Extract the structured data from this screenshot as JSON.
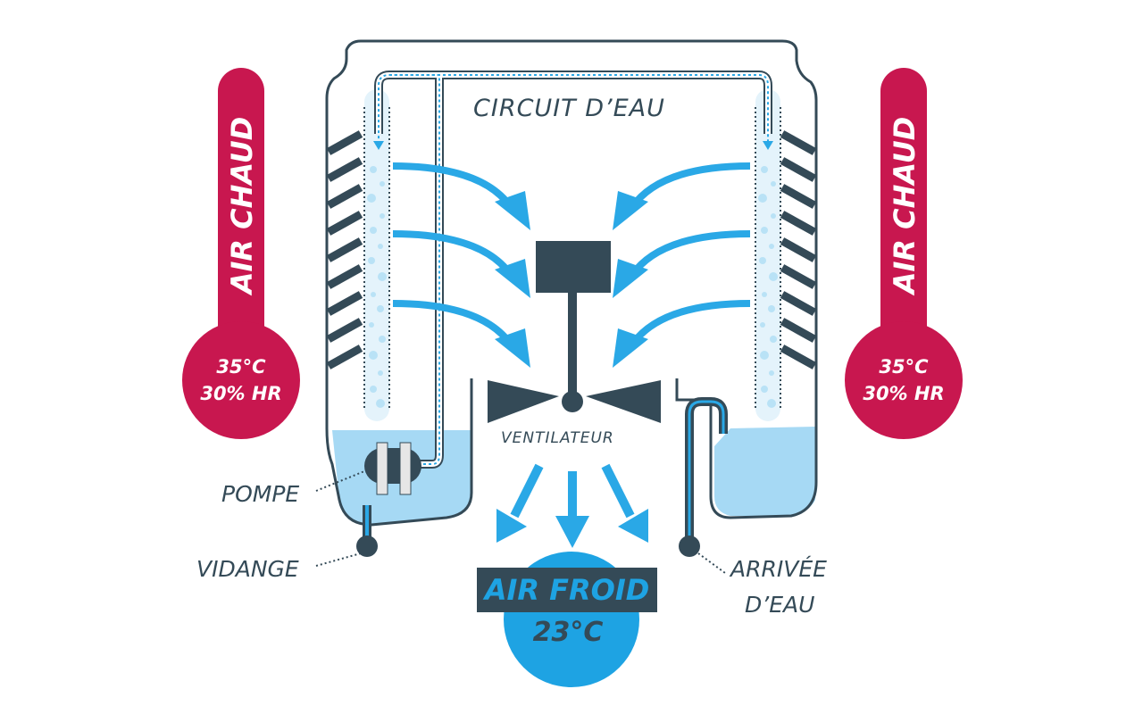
{
  "labels": {
    "circuit": "CIRCUIT D’EAU",
    "fan": "VENTILATEUR",
    "pump": "POMPE",
    "drain": "VIDANGE",
    "inlet_line1": "ARRIVÉE",
    "inlet_line2": "D’EAU"
  },
  "hot_air": {
    "title": "AIR CHAUD",
    "temperature": "35°C",
    "humidity": "30% HR"
  },
  "cold_air": {
    "title": "AIR FROID",
    "temperature": "23°C"
  },
  "colors": {
    "hot": "#c8174f",
    "cold": "#1ea3e3",
    "water": "#a6d9f4",
    "dark": "#344a57",
    "arrow": "#2aa8e6",
    "pad_bubble": "#b9e2f6"
  }
}
